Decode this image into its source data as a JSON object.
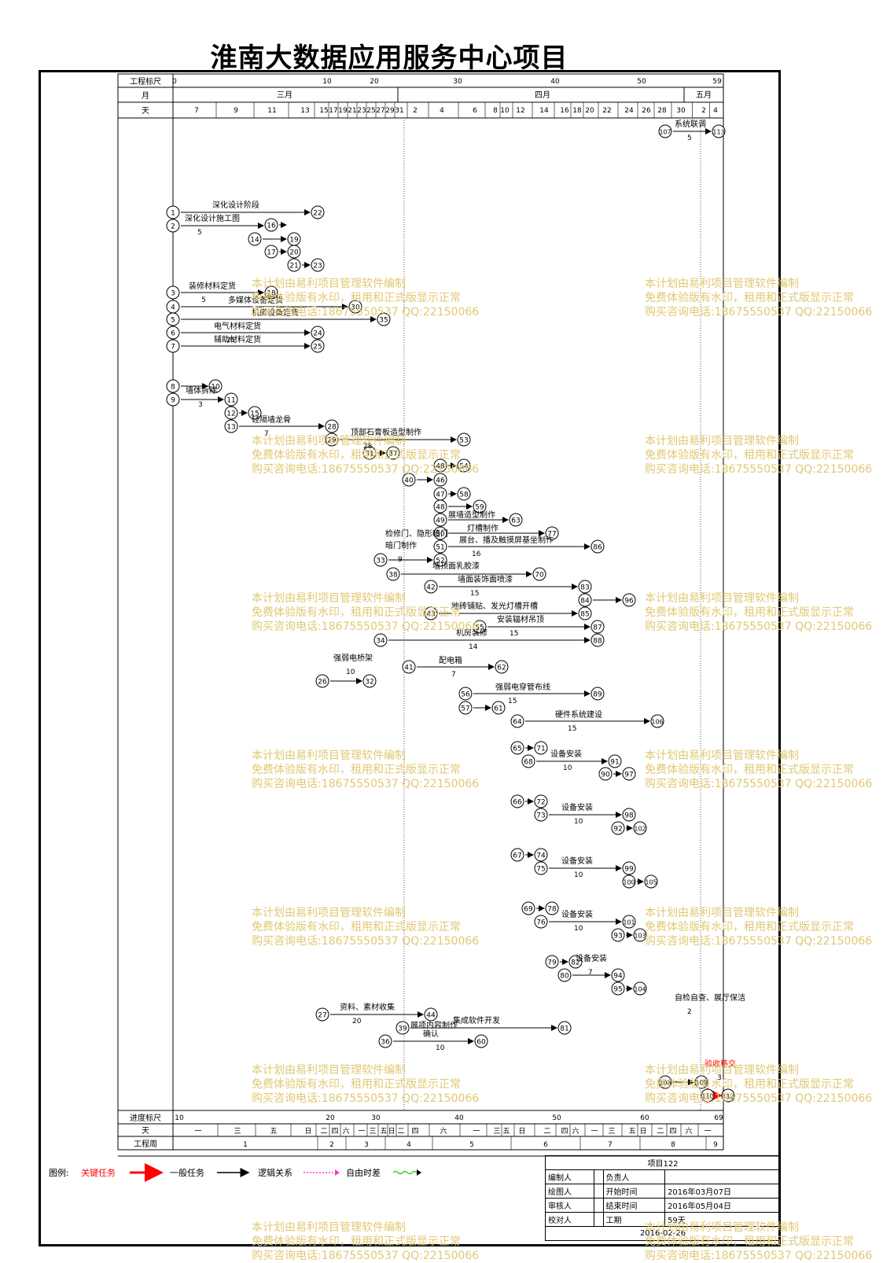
{
  "title": "淮南大数据应用服务中心项目",
  "header": {
    "scale_label": "工程标尺",
    "month_label": "月",
    "day_label": "天",
    "scale_ticks": [
      "0",
      "10",
      "20",
      "30",
      "40",
      "50",
      "59"
    ],
    "months": [
      "三月",
      "四月",
      "五月"
    ],
    "days": [
      "7",
      "9",
      "11",
      "13",
      "15",
      "17",
      "19",
      "21",
      "23",
      "25",
      "27",
      "29",
      "31",
      "2",
      "4",
      "6",
      "8",
      "10",
      "12",
      "14",
      "16",
      "18",
      "20",
      "22",
      "24",
      "26",
      "28",
      "30",
      "2",
      "4"
    ]
  },
  "footer_scale": {
    "progress_label": "进度标尺",
    "day_label": "天",
    "week_label": "工程周",
    "ticks": [
      "10",
      "20",
      "30",
      "40",
      "50",
      "60",
      "69"
    ],
    "weekdays": [
      "一",
      "三",
      "五",
      "日",
      "二",
      "四",
      "六",
      "一",
      "三",
      "五",
      "日",
      "二",
      "四",
      "六",
      "一",
      "三",
      "五",
      "日",
      "二",
      "四",
      "六",
      "一",
      "三",
      "五",
      "日",
      "二",
      "四",
      "六",
      "一"
    ],
    "weeks": [
      "1",
      "2",
      "3",
      "4",
      "5",
      "6",
      "7",
      "8",
      "9"
    ]
  },
  "legend": {
    "title": "图例:",
    "critical": "关键任务",
    "normal": "一般任务",
    "logic": "逻辑关系",
    "float": "自由时差",
    "colors": {
      "critical": "#ff0000",
      "normal": "#000000",
      "logic": "#ff33cc",
      "float": "#33cc33"
    }
  },
  "info_table": {
    "project": "项目122",
    "rows": [
      {
        "k1": "编制人",
        "v1": "",
        "k2": "负责人",
        "v2": ""
      },
      {
        "k1": "绘图人",
        "v1": "",
        "k2": "开始时间",
        "v2": "2016年03月07日"
      },
      {
        "k1": "审核人",
        "v1": "",
        "k2": "结束时间",
        "v2": "2016年05月04日"
      },
      {
        "k1": "校对人",
        "v1": "",
        "k2": "工期",
        "v2": "59天"
      }
    ],
    "date": "2016-02-26"
  },
  "watermark": {
    "line1": "本计划由易利项目管理软件编制",
    "line2": "免费体验版有水印，租用和正式版显示正常",
    "line3": "购买咨询电话:18675550537 QQ:22150066"
  },
  "tasks": [
    {
      "name": "深化设计阶段",
      "duration": ""
    },
    {
      "name": "深化设计施工图",
      "duration": "5"
    },
    {
      "name": "装修材料定货",
      "duration": "5"
    },
    {
      "name": "多媒体设备定货",
      "duration": ""
    },
    {
      "name": "机房设备定货",
      "duration": ""
    },
    {
      "name": "电气材料定货",
      "duration": "21"
    },
    {
      "name": "辅助材料定货",
      "duration": ""
    },
    {
      "name": "墙体拆除",
      "duration": "3"
    },
    {
      "name": "轻隔墙龙骨",
      "duration": "7"
    },
    {
      "name": "顶部石膏板造型制作",
      "duration": "28"
    },
    {
      "name": "展墙造型制作",
      "duration": ""
    },
    {
      "name": "灯槽制作",
      "duration": ""
    },
    {
      "name": "展台、播及触摸屏基坐制作",
      "duration": "16"
    },
    {
      "name": "检修门、隐形暗门",
      "duration": ""
    },
    {
      "name": "暗门制作",
      "duration": "9"
    },
    {
      "name": "墙顶面乳胶漆",
      "duration": ""
    },
    {
      "name": "墙面装饰面喷漆",
      "duration": "15"
    },
    {
      "name": "地砖铺贴、发光灯槽开槽",
      "duration": ""
    },
    {
      "name": "安装辐材吊顶",
      "duration": "15"
    },
    {
      "name": "机房装修",
      "duration": "14"
    },
    {
      "name": "配电箱",
      "duration": "7"
    },
    {
      "name": "强弱电桥架",
      "duration": "10"
    },
    {
      "name": "强弱电穿管布线",
      "duration": "15"
    },
    {
      "name": "硬件系统建设",
      "duration": "15"
    },
    {
      "name": "设备安装",
      "duration": "10"
    },
    {
      "name": "设备安装",
      "duration": "10"
    },
    {
      "name": "设备安装",
      "duration": "10"
    },
    {
      "name": "设备安装",
      "duration": "10"
    },
    {
      "name": "设备安装",
      "duration": "7"
    },
    {
      "name": "资料、素材收集",
      "duration": "20"
    },
    {
      "name": "集成软件开发",
      "duration": ""
    },
    {
      "name": "展项内容制作",
      "duration": ""
    },
    {
      "name": "确认",
      "duration": "10"
    },
    {
      "name": "系统联调",
      "duration": "5"
    },
    {
      "name": "自检自查、展厅保洁",
      "duration": "2"
    },
    {
      "name": "验收移交",
      "duration": "3"
    }
  ]
}
